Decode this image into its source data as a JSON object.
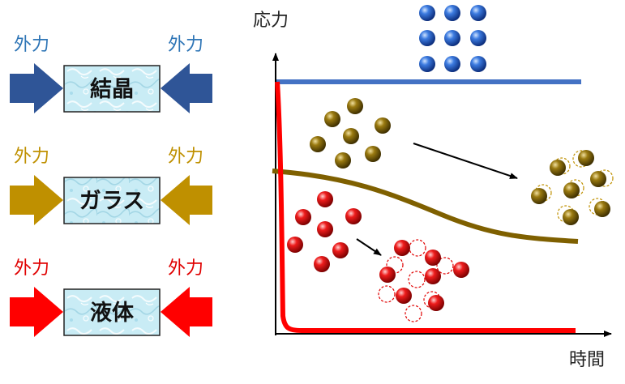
{
  "rows": [
    {
      "id": "crystal",
      "label": "結晶",
      "force_left": "外力",
      "force_right": "外力",
      "color": "#2f5597"
    },
    {
      "id": "glass",
      "label": "ガラス",
      "force_left": "外力",
      "force_right": "外力",
      "color": "#bf9000"
    },
    {
      "id": "liquid",
      "label": "液体",
      "force_left": "外力",
      "force_right": "外力",
      "color": "#ff0000"
    }
  ],
  "force_text_colors": {
    "crystal": "#2e75b6",
    "glass": "#bf9000",
    "liquid": "#e00000"
  },
  "box_fill": "#c9ecf5",
  "graph": {
    "y_axis_label": "応力",
    "x_axis_label": "時間",
    "curves": [
      {
        "id": "crystal",
        "color": "#4472c4",
        "shape": "constant"
      },
      {
        "id": "glass",
        "color": "#7f6000",
        "shape": "slow-decay"
      },
      {
        "id": "liquid",
        "color": "#ff0000",
        "shape": "fast-decay"
      }
    ]
  },
  "particle_colors": {
    "crystal": "#2f6fd0",
    "glass": "#7f6000",
    "liquid": "#e00000"
  }
}
